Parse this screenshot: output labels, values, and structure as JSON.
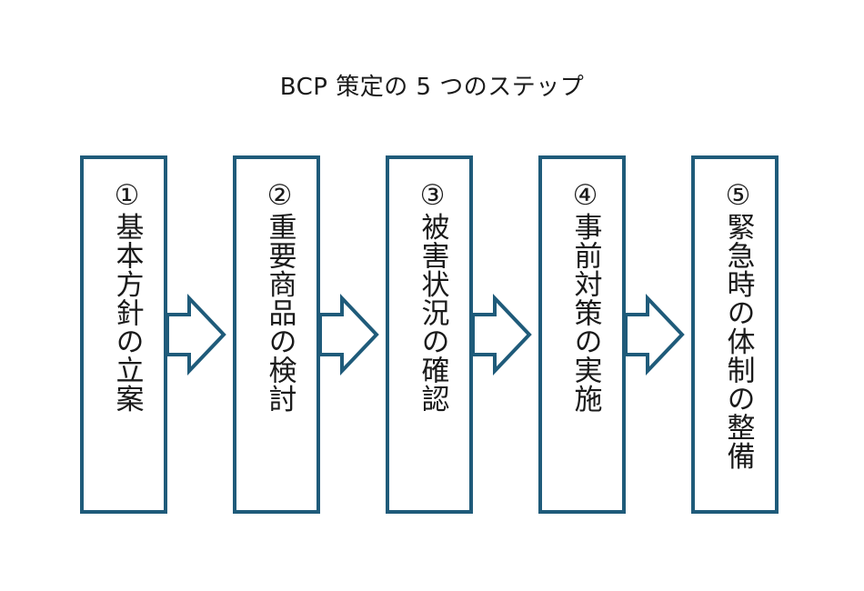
{
  "title": "BCP 策定の 5 つのステップ",
  "steps": [
    {
      "label": "①基本方針の立案"
    },
    {
      "label": "②重要商品の検討"
    },
    {
      "label": "③被害状況の確認"
    },
    {
      "label": "④事前対策の実施"
    },
    {
      "label": "⑤緊急時の体制の整備"
    }
  ],
  "colors": {
    "border": "#1f5b7a",
    "text": "#1a1a1a"
  },
  "icons": {
    "connector": "right-arrow-icon"
  }
}
